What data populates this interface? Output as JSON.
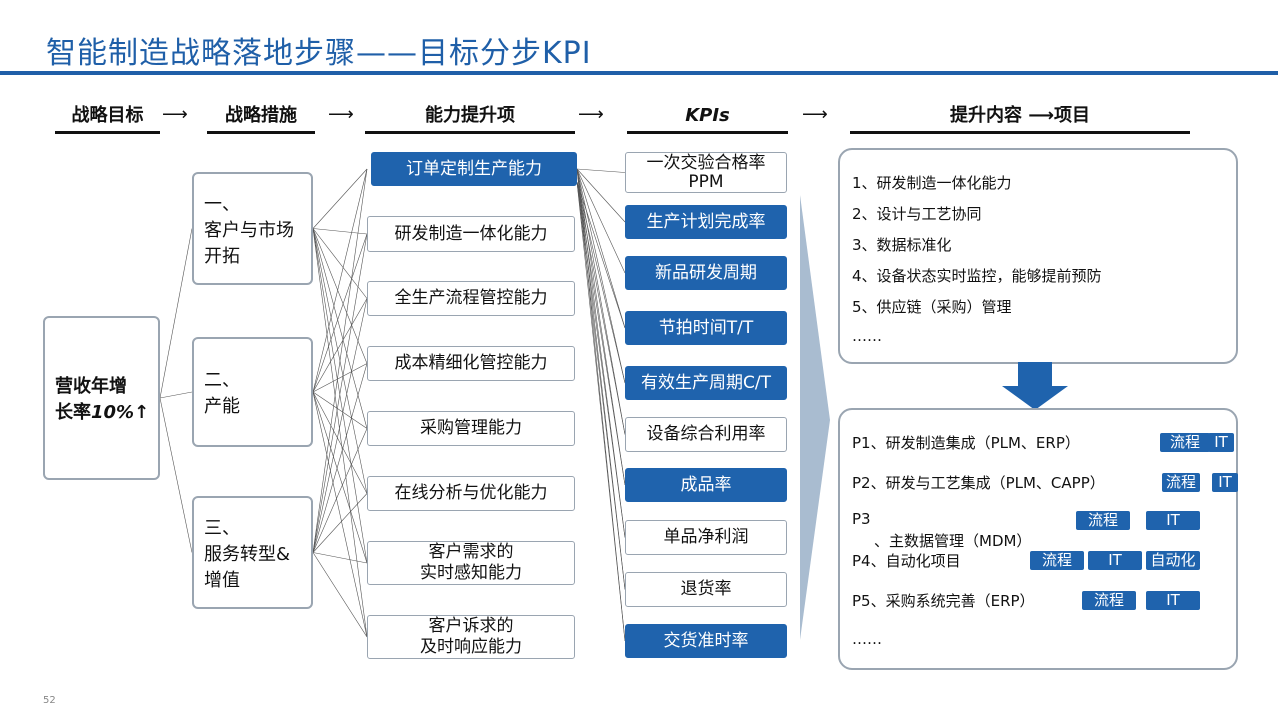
{
  "title": "智能制造战略落地步骤——目标分步KPI",
  "headers": {
    "goal": "战略目标",
    "measures": "战略措施",
    "capabilities": "能力提升项",
    "kpis": "KPIs",
    "content": "提升内容",
    "projects": "项目"
  },
  "goal": {
    "line1": "营收年增",
    "line2a": "长率",
    "line2b": "10%↑"
  },
  "measures": [
    {
      "line1": "一、",
      "line2": "客户与市场",
      "line3": "开拓"
    },
    {
      "line1": "二、",
      "line2": "产能"
    },
    {
      "line1": "三、",
      "line2": "服务转型&",
      "line3": "增值"
    }
  ],
  "capabilities": [
    "订单定制生产能力",
    "研发制造一体化能力",
    "全生产流程管控能力",
    "成本精细化管控能力",
    "采购管理能力",
    "在线分析与优化能力",
    "客户需求的\n实时感知能力",
    "客户诉求的\n及时响应能力"
  ],
  "kpis": [
    "一次交验合格率\nPPM",
    "生产计划完成率",
    "新品研发周期",
    "节拍时间T/T",
    "有效生产周期C/T",
    "设备综合利用率",
    "成品率",
    "单品净利润",
    "退货率",
    "交货准时率"
  ],
  "content_items": [
    "1、研发制造一体化能力",
    "2、设计与工艺协同",
    "3、数据标准化",
    "4、设备状态实时监控，能够提前预防",
    "5、供应链（采购）管理",
    "……"
  ],
  "projects": [
    {
      "label": "P1、研发制造集成（PLM、ERP）",
      "tags": [
        "流程",
        "IT"
      ]
    },
    {
      "label": "P2、研发与工艺集成（PLM、CAPP）",
      "tags": [
        "流程",
        "IT"
      ]
    },
    {
      "label": "P3",
      "label2": "、主数据管理（MDM）",
      "tags": [
        "流程",
        "IT"
      ]
    },
    {
      "label": "P4、自动化项目",
      "tags": [
        "流程",
        "IT",
        "自动化"
      ]
    },
    {
      "label": "P5、采购系统完善（ERP）",
      "tags": [
        "流程",
        "IT"
      ]
    },
    {
      "label": "……",
      "tags": []
    }
  ],
  "page_number": "52",
  "colors": {
    "accent": "#1f63ad",
    "title": "#1f5fa8",
    "border": "#9aa5b1"
  }
}
